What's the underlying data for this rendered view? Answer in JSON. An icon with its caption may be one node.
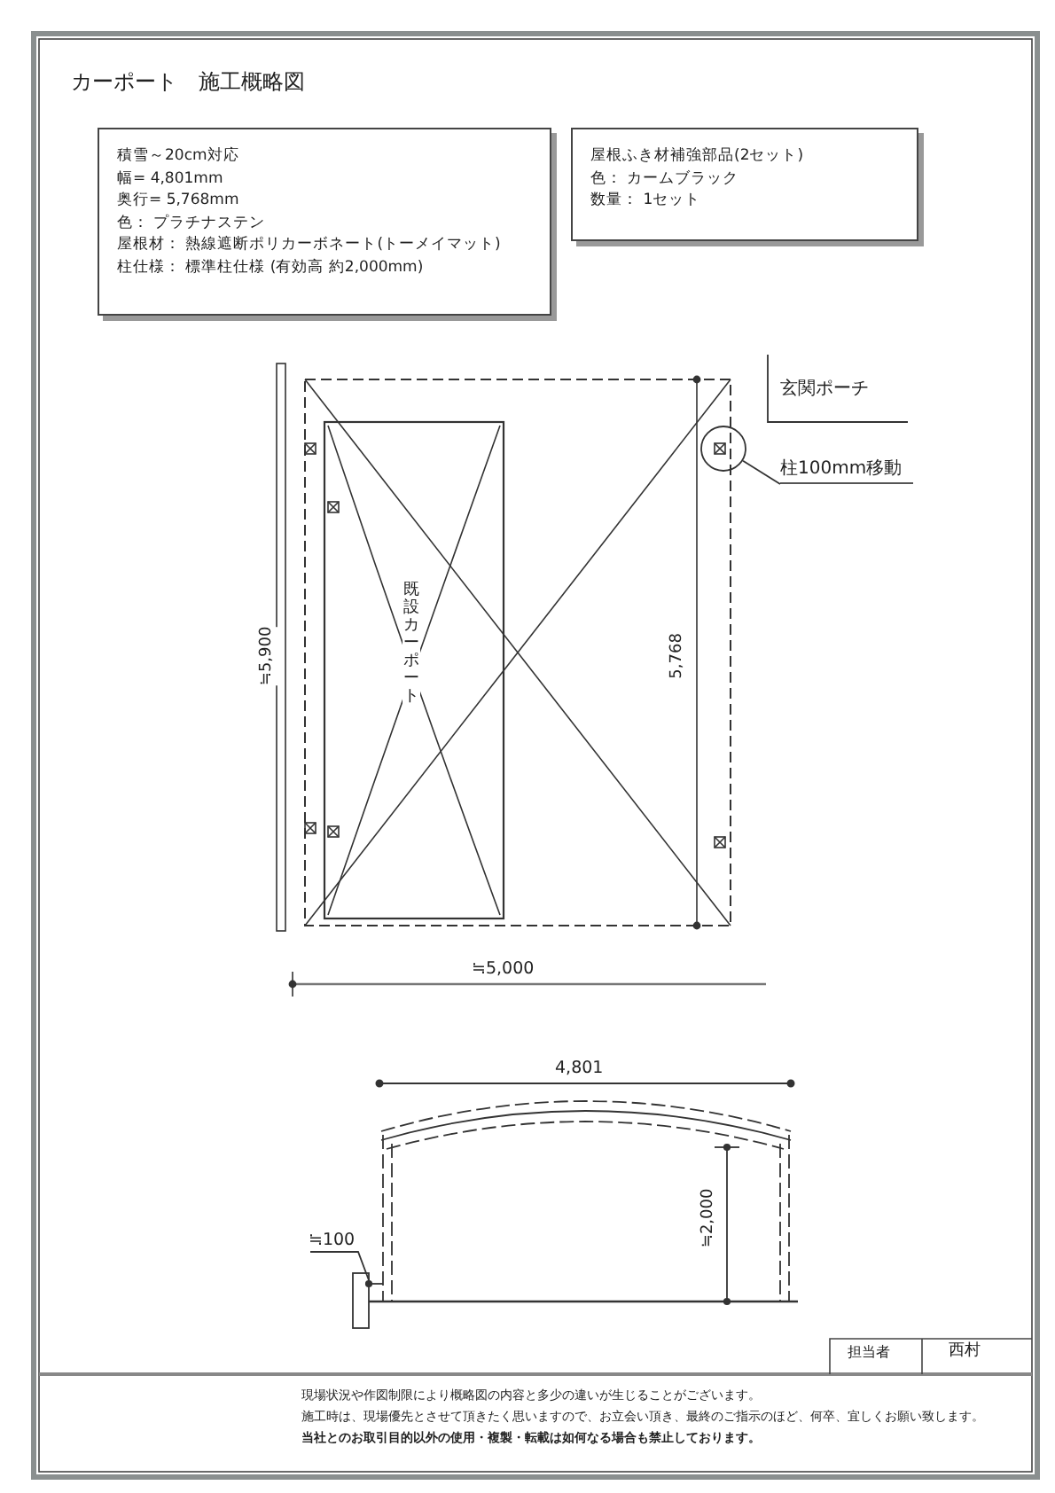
{
  "diagram": {
    "title": "カーポート　施工概略図",
    "nodes": [
      {
        "text": [
          "積雪～20cm対応",
          "幅= 4,801mm",
          "奥行= 5,768mm",
          "色： プラチナステン",
          "屋根材： 熱線遮断ポリカーボネート(トーメイマット)",
          "柱仕様： 標準柱仕様 (有効高 約2,000mm)"
        ]
      },
      {
        "text": [
          "屋根ふき材補強部品(2セット)",
          "色： カームブラック",
          "数量： 1セット"
        ]
      },
      {
        "text": [
          "柱100mm移動"
        ]
      },
      {
        "text": [],
        "shape": "circle"
      }
    ],
    "edges": [
      {
        "from": 2,
        "to": 3,
        "arrow": "none"
      }
    ],
    "labels": [
      "玄関ポーチ",
      "既設カーポート",
      "≒5,900",
      "5,768",
      "≒5,000",
      "4,801",
      "≒100",
      "≒2,000",
      "担当者",
      "西村",
      "現場状況や作図制限により概略図の内容と多少の違いが生じることがございます。",
      "施工時は、現場優先とさせて頂きたく思いますので、お立会い頂き、最終のご指示のほど、何卒、宜しくお願い致します。",
      "当社とのお取引目的以外の使用・複製・転載は如何なる場合も禁止しております。"
    ]
  }
}
